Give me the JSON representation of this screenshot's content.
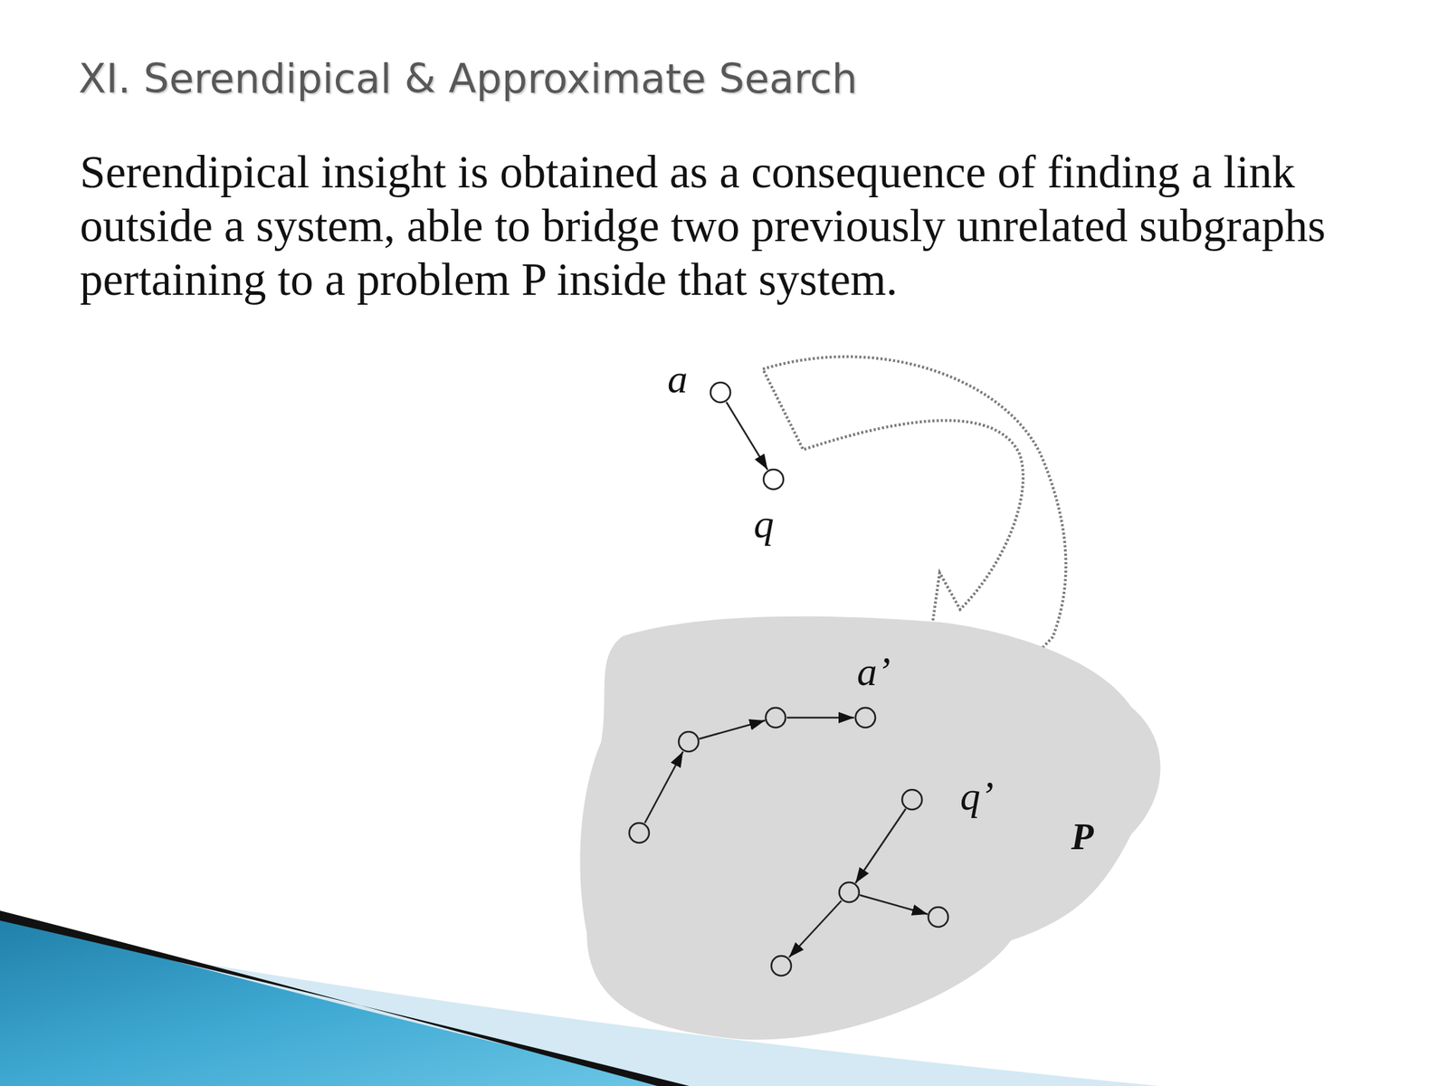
{
  "diagram": {
    "title": "XI. Serendipical & Approximate Search",
    "nodes": [
      {
        "text": [
          "a"
        ]
      },
      {
        "text": [
          "q"
        ]
      },
      {
        "text": [
          "P"
        ]
      },
      {
        "text": [
          "a’"
        ],
        "in": 2
      },
      {
        "text": [
          "q’"
        ],
        "in": 2
      }
    ],
    "edges": [
      {
        "from": 0,
        "to": 1,
        "arrow": "to"
      }
    ],
    "labels": [
      "Serendipical insight is obtained as a consequence of finding a link outside a system, able to bridge two previously unrelated subgraphs pertaining to a problem P inside that system."
    ]
  }
}
